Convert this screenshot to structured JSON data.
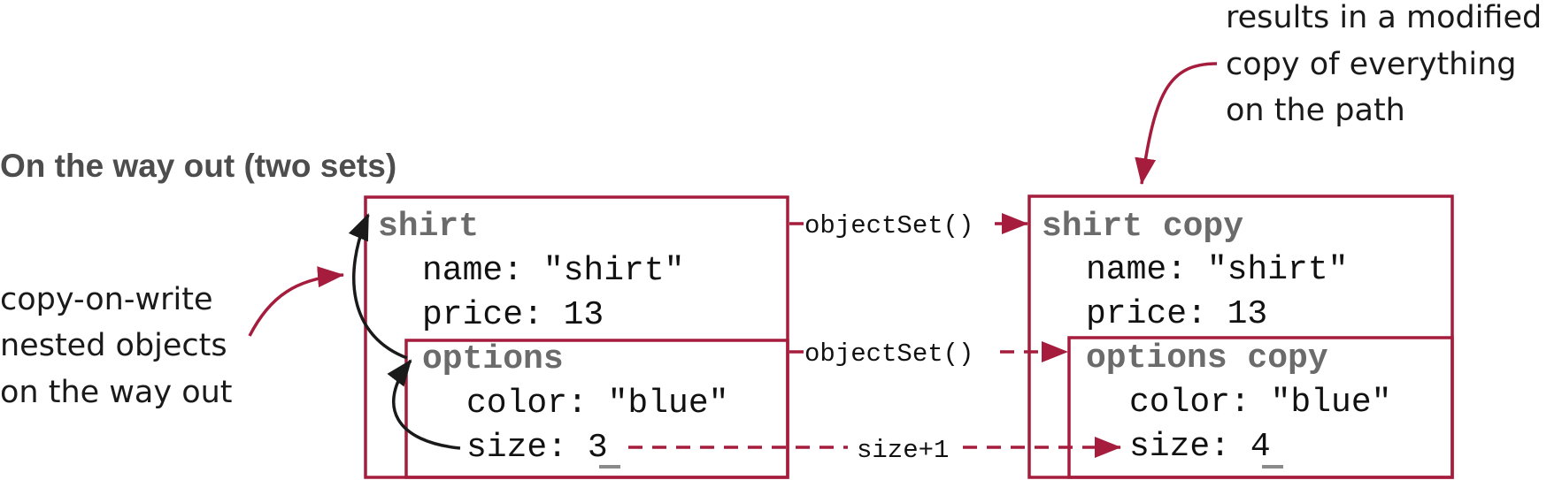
{
  "heading": "On the way out (two sets)",
  "notes": {
    "left": [
      "copy-on-write",
      "nested objects",
      "on the way out"
    ],
    "right": [
      "results in a modified",
      "copy of everything",
      "on the path"
    ]
  },
  "original": {
    "shirt_label": "shirt",
    "name_line": "name: \"shirt\"",
    "price_line": "price: 13",
    "options_label": "options",
    "color_line": "color: \"blue\"",
    "size_prefix": "size: ",
    "size_value": "3"
  },
  "copy": {
    "shirt_label": "shirt copy",
    "name_line": "name: \"shirt\"",
    "price_line": "price: 13",
    "options_label": "options copy",
    "color_line": "color: \"blue\"",
    "size_prefix": "size: ",
    "size_value": "4"
  },
  "operations": {
    "shirt_set": "objectSet()",
    "options_set": "objectSet()",
    "size_update": "size+1"
  },
  "colors": {
    "box_stroke": "#a51c3d",
    "label_gray": "#6b6b6b",
    "heading_gray": "#4d4d4d",
    "underline_gray": "#8a8a8a"
  }
}
